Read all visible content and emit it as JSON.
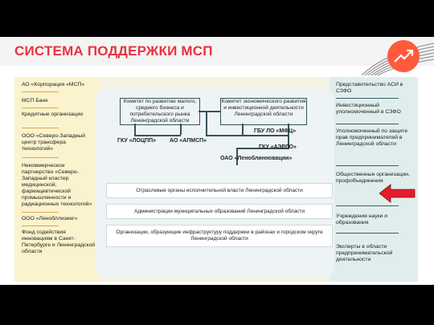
{
  "title": "СИСТЕМА ПОДДЕРЖКИ МСП",
  "colors": {
    "accent": "#e8323e",
    "logo": "#ff5a3c",
    "left_panel": "#fbf3cd",
    "right_panel": "#dfeeed"
  },
  "logo_icon": "trend-up-arrow-icon",
  "pointer_icon": "red-arrow-left-icon",
  "left": [
    "АО «Корпорация «МСП»",
    "МСП Банк",
    "Кредитные организации",
    "ООО «Северо-Западный центр трансфера технологий»",
    "Некоммерческое партнерство «Северо-Западный кластер медицинской, фармацевтической промышленности и радиационных технологий»",
    "ООО «Ленобллизинг»",
    "Фонд содействия инновациям в Санкт-Петербурге и Ленинградской области"
  ],
  "right": [
    "Представительство АСИ в СЗФО",
    "Инвестиционный уполномоченный в СЗФО",
    "Уполномоченный по защите прав предпринимателей в Ленинградской области",
    "Общественные организации, профобъединения",
    "Учреждения науки и образования",
    "Эксперты в области предпринимательской деятельности"
  ],
  "committees": [
    "Комитет по развитию малого, среднего бизнеса и потребительского рынка Ленинградской области",
    "Комитет экономического развития и инвестиционной деятельности Ленинградской области"
  ],
  "nodes": [
    "ГКУ «ЛОЦПП»",
    "АО «АПМСП»",
    "ГБУ ЛО «МФЦ»",
    "ГКУ «АЭРЛО»",
    "ОАО «Леноблинновации»"
  ],
  "bands": [
    "Отраслевые органы исполнительной власти Ленинградской области",
    "Администрации муниципальных образований Ленинградской области",
    "Организации, образующие инфраструктуру поддержки в районах и городском округе Ленинградской области"
  ]
}
